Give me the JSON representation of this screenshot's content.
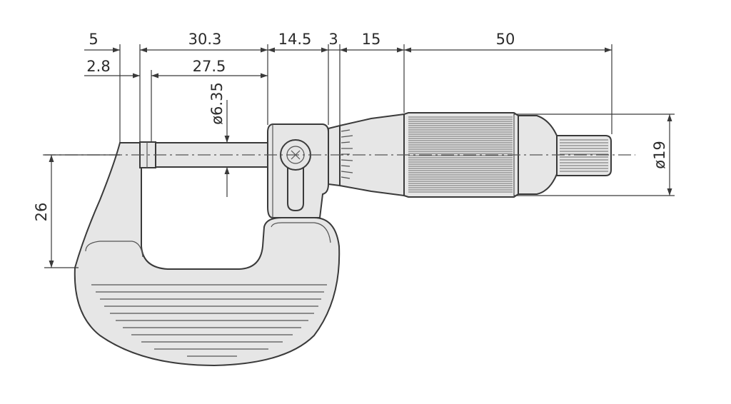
{
  "dimensions": {
    "anvil_face": "5",
    "frame_opening": "30.3",
    "sleeve_body": "14.5",
    "lock_gap": "3",
    "thimble_scale": "15",
    "ratchet_length": "50",
    "anvil_offset": "2.8",
    "spindle_visible": "27.5",
    "spindle_diameter": "ø6.35",
    "throat_depth": "26",
    "thimble_diameter": "ø19"
  }
}
